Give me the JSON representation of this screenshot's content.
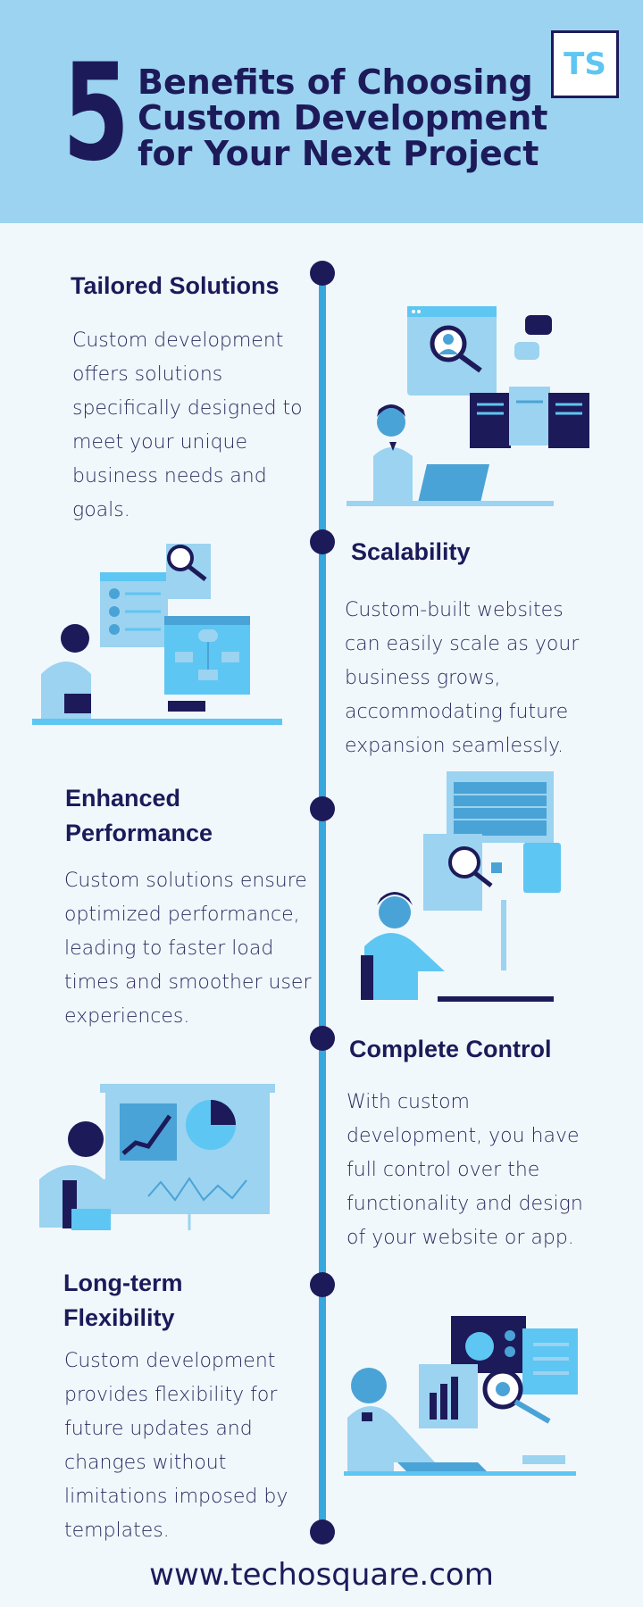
{
  "header": {
    "number": "5",
    "title_lines": [
      "Benefits of Choosing",
      "Custom Development",
      "for Your Next Project"
    ],
    "logo": "TS"
  },
  "benefits": [
    {
      "heading": "Tailored Solutions",
      "body": [
        "Custom development",
        "offers solutions",
        "specifically designed to",
        "meet your unique",
        "business needs and goals."
      ]
    },
    {
      "heading": "Scalability",
      "body": [
        "Custom-built websites",
        "can easily scale as your",
        "business grows,",
        "accommodating future",
        "expansion seamlessly."
      ]
    },
    {
      "heading": "Enhanced Performance",
      "heading_lines": [
        "Enhanced",
        "Performance"
      ],
      "body": [
        "Custom solutions ensure",
        "optimized performance,",
        "leading to faster load",
        "times and smoother user",
        "experiences."
      ]
    },
    {
      "heading": "Complete Control",
      "body": [
        "With custom",
        "development, you have",
        "full control over the",
        "functionality and design",
        "of your website or app."
      ]
    },
    {
      "heading": "Long-term Flexibility",
      "heading_lines": [
        "Long-term",
        "Flexibility"
      ],
      "body": [
        "Custom development",
        "provides flexibility for",
        "future updates and",
        "changes without",
        "limitations imposed by",
        "templates."
      ]
    }
  ],
  "illustrations": [
    "person-laptop-search-illustration",
    "person-dashboard-illustration",
    "person-desk-computer-illustration",
    "person-presentation-chart-illustration",
    "person-analytics-screens-illustration"
  ],
  "footer": {
    "url": "www.techosquare.com"
  },
  "colors": {
    "navy": "#1d1a5a",
    "header_bg": "#9bd3f0",
    "page_bg": "#f1f8fc",
    "accent": "#38a7de",
    "light_blue": "#5ec6f2"
  }
}
